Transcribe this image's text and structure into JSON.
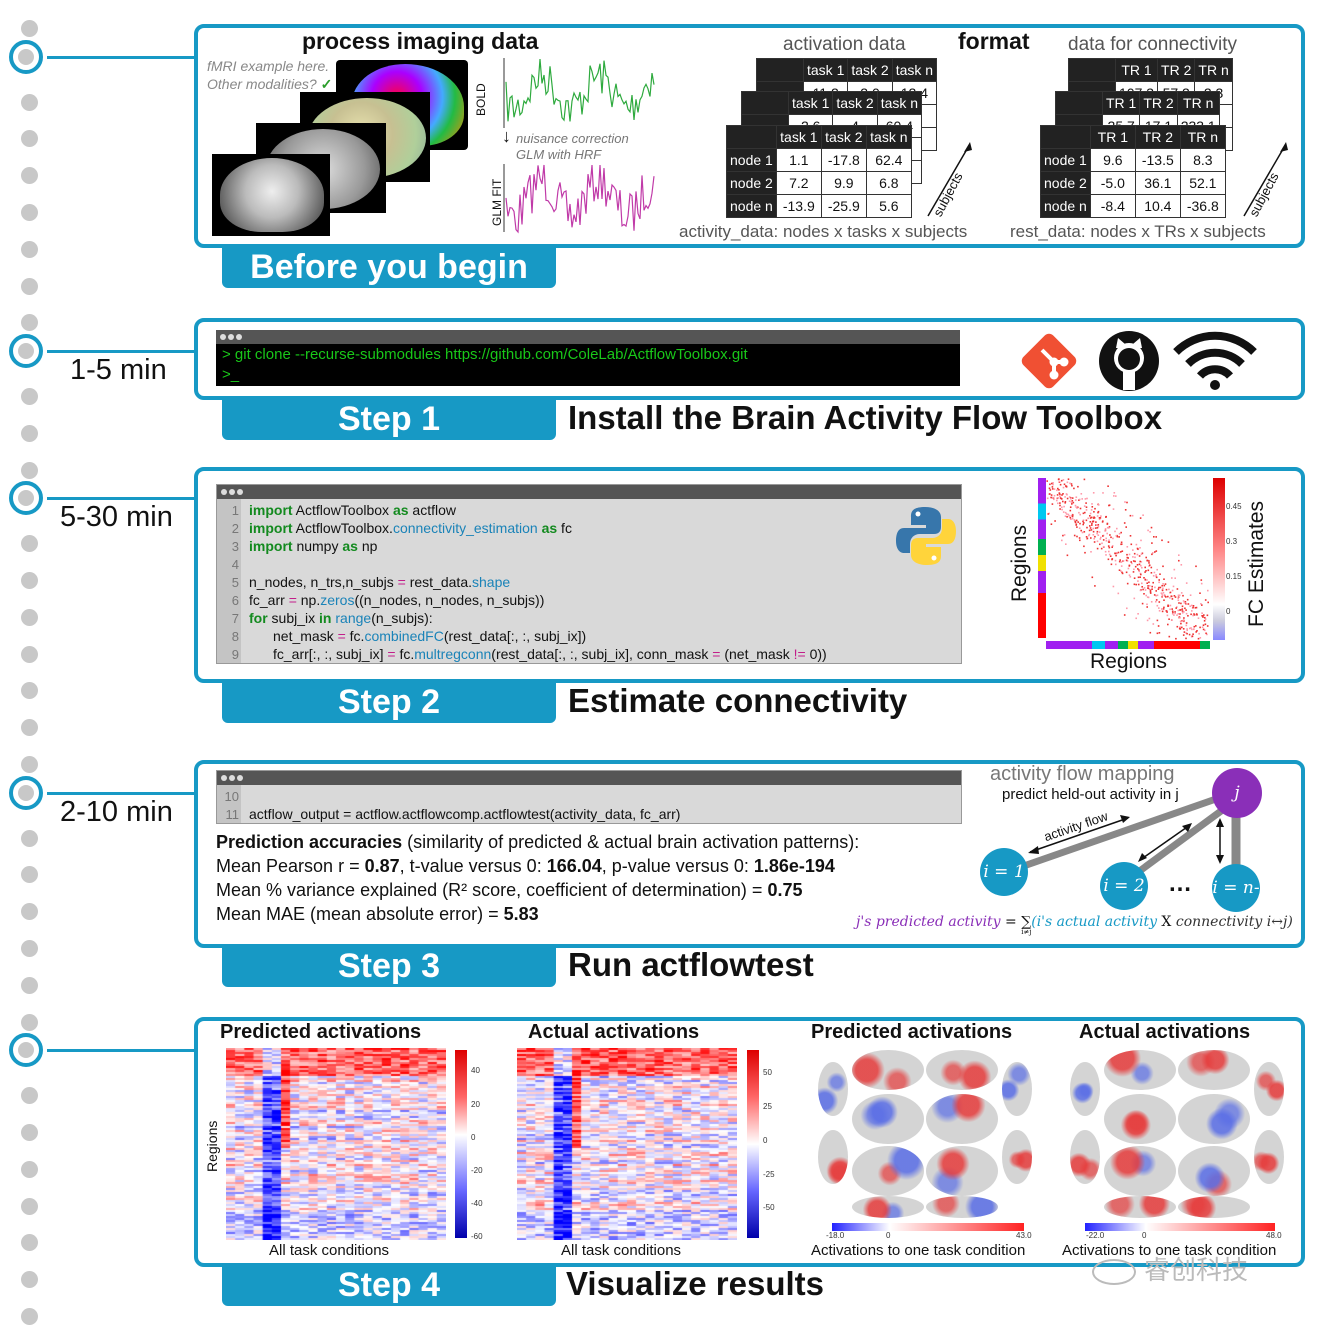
{
  "colors": {
    "accent": "#1799c5",
    "terminal_green": "#19c719",
    "keyword_green": "#138a1f",
    "function_blue": "#1a83b8",
    "operator_pink": "#c21d8a",
    "purple": "#8a2fb8"
  },
  "section0": {
    "tab_label": "Before you begin",
    "process_title": "process imaging data",
    "fmri_note_line1": "fMRI example here.",
    "fmri_note_line2": "Other modalities?",
    "check": "✓",
    "bold_label": "BOLD",
    "nuisance_line1": "nuisance correction",
    "nuisance_line2": "GLM with HRF",
    "glm_label": "GLM FIT",
    "arrow_down": "↓",
    "format_title": "format",
    "activation_title": "activation data",
    "connectivity_title": "data for connectivity",
    "activity_caption": "activity_data: nodes x tasks x subjects",
    "rest_caption": "rest_data: nodes x TRs x subjects",
    "subjects_label": "subjects",
    "activity_table": {
      "headers": [
        "task 1",
        "task 2",
        "task n"
      ],
      "rows": [
        [
          "node 1",
          "1.1",
          "-17.8",
          "62.4"
        ],
        [
          "node 2",
          "7.2",
          "9.9",
          "6.8"
        ],
        [
          "node n",
          "-13.9",
          "-25.9",
          "5.6"
        ]
      ],
      "back1": [
        "11.2",
        "2.0",
        "12.4"
      ],
      "back2": [
        "2.6",
        "4",
        "60.4"
      ]
    },
    "rest_table": {
      "headers": [
        "TR 1",
        "TR 2",
        "TR n"
      ],
      "rows": [
        [
          "node 1",
          "9.6",
          "-13.5",
          "8.3"
        ],
        [
          "node 2",
          "-5.0",
          "36.1",
          "52.1"
        ],
        [
          "node n",
          "-8.4",
          "10.4",
          "-36.8"
        ]
      ],
      "back1": [
        "107.3",
        "57.2",
        "2.3"
      ],
      "back2": [
        "25.7",
        "17.1",
        "233.1"
      ]
    }
  },
  "section1": {
    "time": "1-5 min",
    "tab_label": "Step 1",
    "title": "Install the Brain Activity Flow Toolbox",
    "cmd": "> git clone --recurse-submodules https://github.com/ColeLab/ActflowToolbox.git",
    "prompt": ">_",
    "icons": [
      "git-icon",
      "github-icon",
      "wifi-icon"
    ]
  },
  "section2": {
    "time": "5-30 min",
    "tab_label": "Step 2",
    "title": "Estimate connectivity",
    "line_numbers": [
      "1",
      "2",
      "3",
      "4",
      "5",
      "6",
      "7",
      "8",
      "9"
    ],
    "fc_ylabel": "Regions",
    "fc_xlabel": "Regions",
    "fc_cbar_label": "FC Estimates",
    "fc_ticks": [
      "0.45",
      "0.3",
      "0.15",
      "0"
    ]
  },
  "section3": {
    "time": "2-10 min",
    "tab_label": "Step 3",
    "title": "Run actflowtest",
    "line_numbers": [
      "10",
      "11"
    ],
    "code_line": "actflow_output = actflow.actflowcomp.actflowtest(activity_data, fc_arr)",
    "acc_bold": "Prediction accuracies",
    "acc_rest": " (similarity of predicted & actual brain activation patterns):",
    "pearson_a": "Mean Pearson r = ",
    "pearson_r": "0.87",
    "pearson_b": ", t-value versus 0: ",
    "tvalue": "166.04",
    "pearson_c": ", p-value versus 0: ",
    "pvalue": "1.86e-194",
    "var_a": "Mean % variance explained (R² score, coefficient of determination) = ",
    "r2": "0.75",
    "mae_a": "Mean MAE (mean absolute error) = ",
    "mae": "5.83",
    "flow_title": "activity flow mapping",
    "flow_sub": "predict held-out activity in j",
    "flow_arrow": "activity flow",
    "node_j": "j",
    "node_1": "i = 1",
    "node_2": "i = 2",
    "node_n": "i = n-1",
    "dots": "…",
    "formula_left": "j's predicted activity",
    "formula_eq": " = ",
    "formula_sum": "∑",
    "formula_sub": "i≠j",
    "formula_mid": "(i's actual activity",
    "formula_x": " X ",
    "formula_right": "connectivity i↔j)"
  },
  "section4": {
    "tab_label": "Step 4",
    "title": "Visualize results",
    "pred_title": "Predicted activations",
    "actual_title": "Actual activations",
    "xlabel": "All task conditions",
    "ylabel": "Regions",
    "pred_ticks": [
      "40",
      "20",
      "0",
      "-20",
      "-40",
      "-60"
    ],
    "actual_ticks": [
      "50",
      "25",
      "0",
      "-25",
      "-50"
    ],
    "brain_pred_title": "Predicted activations",
    "brain_actual_title": "Actual activations",
    "brain_caption": "Activations to one task condition",
    "brain_pred_range": [
      "-18.0",
      "0",
      "43.0"
    ],
    "brain_actual_range": [
      "-22.0",
      "0",
      "48.0"
    ]
  },
  "watermark": "睿创科技"
}
